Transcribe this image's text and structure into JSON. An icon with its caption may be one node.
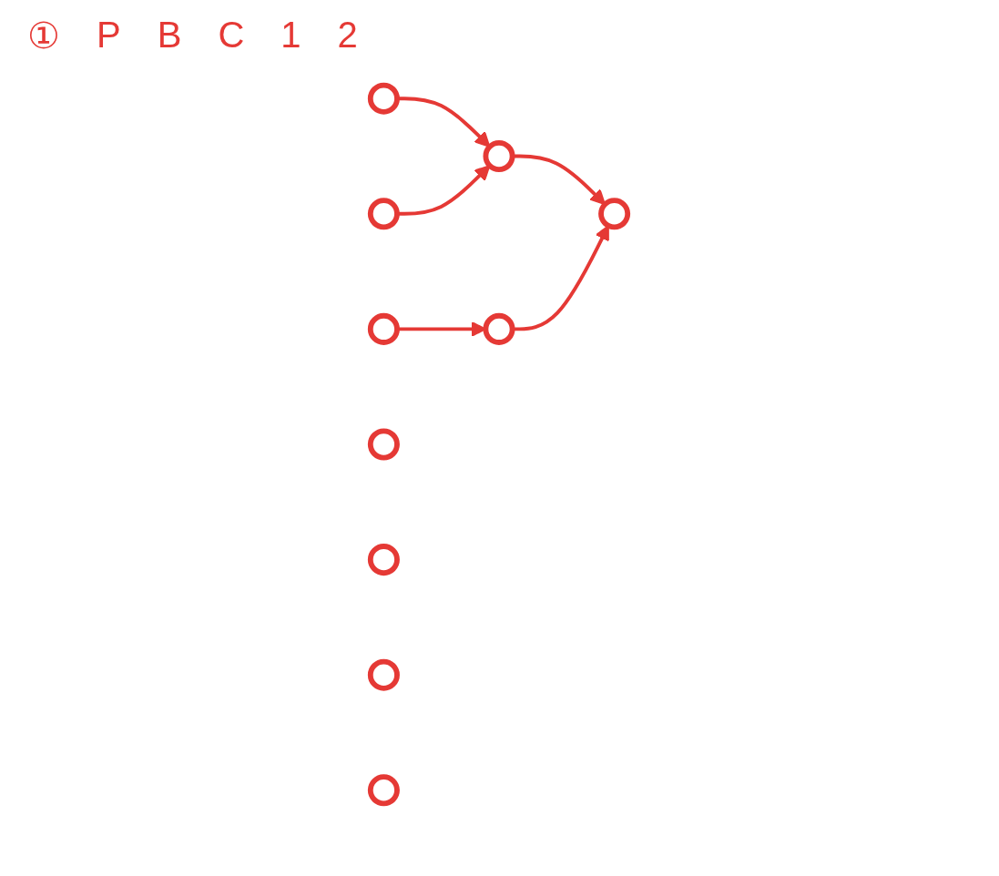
{
  "diagram": {
    "nodes": [
      {
        "text": [],
        "shape": "circle"
      },
      {
        "text": [],
        "shape": "circle"
      },
      {
        "text": [],
        "shape": "circle"
      },
      {
        "text": [],
        "shape": "circle"
      },
      {
        "text": [],
        "shape": "circle"
      },
      {
        "text": [],
        "shape": "circle"
      },
      {
        "text": [],
        "shape": "circle"
      },
      {
        "text": [],
        "shape": "circle"
      },
      {
        "text": [],
        "shape": "circle"
      },
      {
        "text": [],
        "shape": "circle"
      }
    ],
    "edges": [
      {
        "from": 0,
        "to": 3,
        "arrow": "to"
      },
      {
        "from": 1,
        "to": 3,
        "arrow": "to"
      },
      {
        "from": 3,
        "to": 6,
        "arrow": "to"
      },
      {
        "from": 2,
        "to": 5,
        "arrow": "to"
      },
      {
        "from": 5,
        "to": 6,
        "arrow": "to"
      }
    ],
    "labels": [
      "①",
      "P",
      "B",
      "C",
      "1",
      "2"
    ]
  }
}
